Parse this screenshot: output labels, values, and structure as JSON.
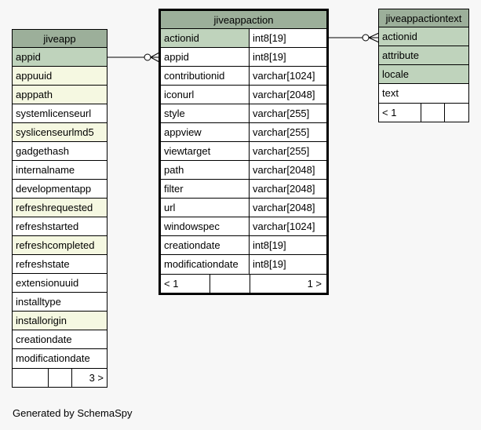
{
  "tables": {
    "jiveapp": {
      "name": "jiveapp",
      "rows": [
        {
          "label": "appid",
          "kind": "pk"
        },
        {
          "label": "appuuid",
          "kind": "idx"
        },
        {
          "label": "apppath",
          "kind": "idx"
        },
        {
          "label": "systemlicenseurl",
          "kind": "none"
        },
        {
          "label": "syslicenseurlmd5",
          "kind": "idx"
        },
        {
          "label": "gadgethash",
          "kind": "none"
        },
        {
          "label": "internalname",
          "kind": "none"
        },
        {
          "label": "developmentapp",
          "kind": "none"
        },
        {
          "label": "refreshrequested",
          "kind": "idx"
        },
        {
          "label": "refreshstarted",
          "kind": "none"
        },
        {
          "label": "refreshcompleted",
          "kind": "idx"
        },
        {
          "label": "refreshstate",
          "kind": "none"
        },
        {
          "label": "extensionuuid",
          "kind": "none"
        },
        {
          "label": "installtype",
          "kind": "none"
        },
        {
          "label": "installorigin",
          "kind": "idx"
        },
        {
          "label": "creationdate",
          "kind": "none"
        },
        {
          "label": "modificationdate",
          "kind": "none"
        }
      ],
      "footer_right": "3 >"
    },
    "jiveappaction": {
      "name": "jiveappaction",
      "rows": [
        {
          "label": "actionid",
          "type": "int8[19]",
          "kind": "pk"
        },
        {
          "label": "appid",
          "type": "int8[19]",
          "kind": "none"
        },
        {
          "label": "contributionid",
          "type": "varchar[1024]",
          "kind": "none"
        },
        {
          "label": "iconurl",
          "type": "varchar[2048]",
          "kind": "none"
        },
        {
          "label": "style",
          "type": "varchar[255]",
          "kind": "none"
        },
        {
          "label": "appview",
          "type": "varchar[255]",
          "kind": "none"
        },
        {
          "label": "viewtarget",
          "type": "varchar[255]",
          "kind": "none"
        },
        {
          "label": "path",
          "type": "varchar[2048]",
          "kind": "none"
        },
        {
          "label": "filter",
          "type": "varchar[2048]",
          "kind": "none"
        },
        {
          "label": "url",
          "type": "varchar[2048]",
          "kind": "none"
        },
        {
          "label": "windowspec",
          "type": "varchar[1024]",
          "kind": "none"
        },
        {
          "label": "creationdate",
          "type": "int8[19]",
          "kind": "none"
        },
        {
          "label": "modificationdate",
          "type": "int8[19]",
          "kind": "none"
        }
      ],
      "footer_left": "< 1",
      "footer_right": "1 >"
    },
    "jiveappactiontext": {
      "name": "jiveappactiontext",
      "rows": [
        {
          "label": "actionid",
          "kind": "pk"
        },
        {
          "label": "attribute",
          "kind": "pk"
        },
        {
          "label": "locale",
          "kind": "pk"
        },
        {
          "label": "text",
          "kind": "none"
        }
      ],
      "footer_left": "< 1"
    }
  },
  "caption": "Generated by SchemaSpy",
  "colors": {
    "header": "#9caf9a",
    "primary_key": "#bfd3bc",
    "indexed": "#f5f8e1",
    "background": "#f7f7f7"
  }
}
